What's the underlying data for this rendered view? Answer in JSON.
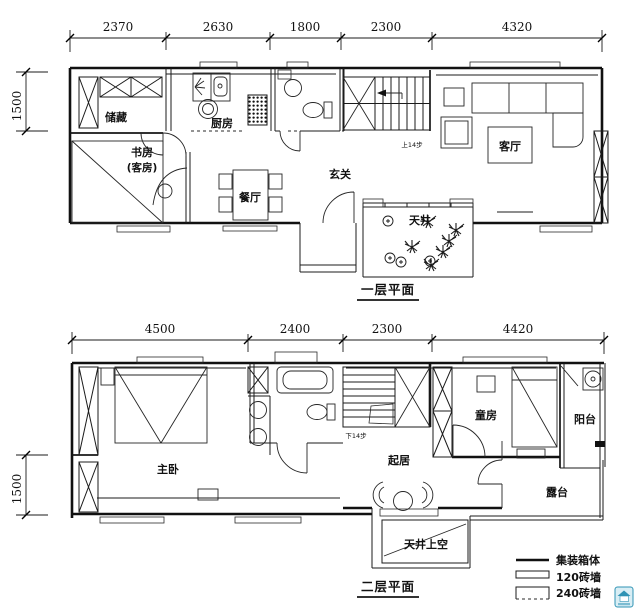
{
  "drawing": {
    "floor1": {
      "title": "一层平面",
      "dims_top": [
        "2370",
        "2630",
        "1800",
        "2300",
        "4320"
      ],
      "dim_left": "1500",
      "stair_note": "上14步",
      "rooms": {
        "storage": "储藏",
        "kitchen": "厨房",
        "study_line1": "书房",
        "study_line2": "(客房)",
        "dining": "餐厅",
        "entry": "玄关",
        "courtyard": "天井",
        "living": "客厅"
      }
    },
    "floor2": {
      "title": "二层平面",
      "dims_top": [
        "4500",
        "2400",
        "2300",
        "4420"
      ],
      "dim_left": "1500",
      "stair_note": "下14步",
      "rooms": {
        "master": "主卧",
        "sitting": "起居",
        "child": "童房",
        "balcony": "阳台",
        "terrace": "露台",
        "void": "天井上空"
      }
    },
    "legend": {
      "container": "集装箱体",
      "wall120": "120砖墙",
      "wall240": "240砖墙"
    },
    "colors": {
      "line": "#1b1b1b",
      "background": "#ffffff",
      "watermark": "#2f93b4"
    }
  }
}
